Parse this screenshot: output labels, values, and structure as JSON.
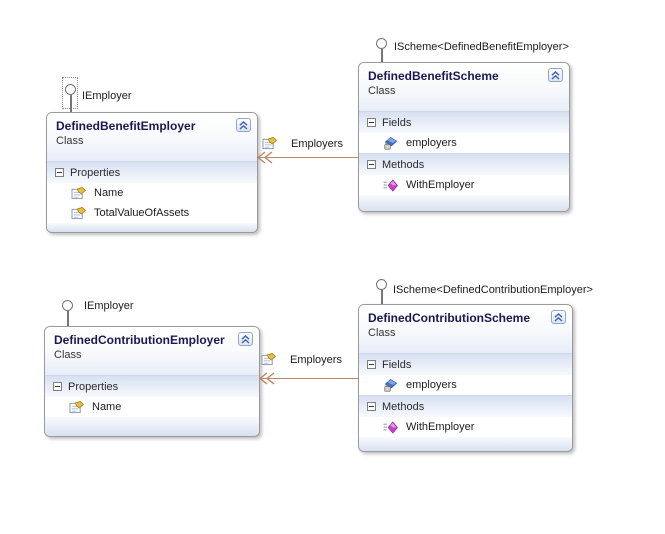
{
  "diagram": {
    "background": "#ffffff",
    "colors": {
      "association": "#bc8565",
      "section_header_top": "#d7e0f2",
      "box_border": "#9a9a9a",
      "collapse_chevron": "#3d63ac",
      "title_text": "#191950"
    },
    "icons": {
      "property": "property-icon",
      "field_private": "field-private-lock-icon",
      "method": "method-icon",
      "collapse": "chevron-up-icon",
      "section_toggle": "minus-icon",
      "arrowhead": "open-arrow-left-icon",
      "interface": "lollipop-circle-icon"
    },
    "classes": [
      {
        "title": "DefinedBenefitEmployer",
        "stereotype": "Class",
        "interface": {
          "label": "IEmployer",
          "selected": true
        },
        "sections": [
          {
            "label": "Properties",
            "members": [
              {
                "name": "Name",
                "kind": "property"
              },
              {
                "name": "TotalValueOfAssets",
                "kind": "property"
              }
            ]
          }
        ]
      },
      {
        "title": "DefinedBenefitScheme",
        "stereotype": "Class",
        "interface": {
          "label": "IScheme<DefinedBenefitEmployer>",
          "selected": false
        },
        "sections": [
          {
            "label": "Fields",
            "members": [
              {
                "name": "employers",
                "kind": "field-private"
              }
            ]
          },
          {
            "label": "Methods",
            "members": [
              {
                "name": "WithEmployer",
                "kind": "method"
              }
            ]
          }
        ]
      },
      {
        "title": "DefinedContributionEmployer",
        "stereotype": "Class",
        "interface": {
          "label": "IEmployer",
          "selected": false
        },
        "sections": [
          {
            "label": "Properties",
            "members": [
              {
                "name": "Name",
                "kind": "property"
              }
            ]
          }
        ]
      },
      {
        "title": "DefinedContributionScheme",
        "stereotype": "Class",
        "interface": {
          "label": "IScheme<DefinedContributionEmployer>",
          "selected": false
        },
        "sections": [
          {
            "label": "Fields",
            "members": [
              {
                "name": "employers",
                "kind": "field-private"
              }
            ]
          },
          {
            "label": "Methods",
            "members": [
              {
                "name": "WithEmployer",
                "kind": "method"
              }
            ]
          }
        ]
      }
    ],
    "associations": [
      {
        "label": "Employers"
      },
      {
        "label": "Employers"
      }
    ]
  }
}
